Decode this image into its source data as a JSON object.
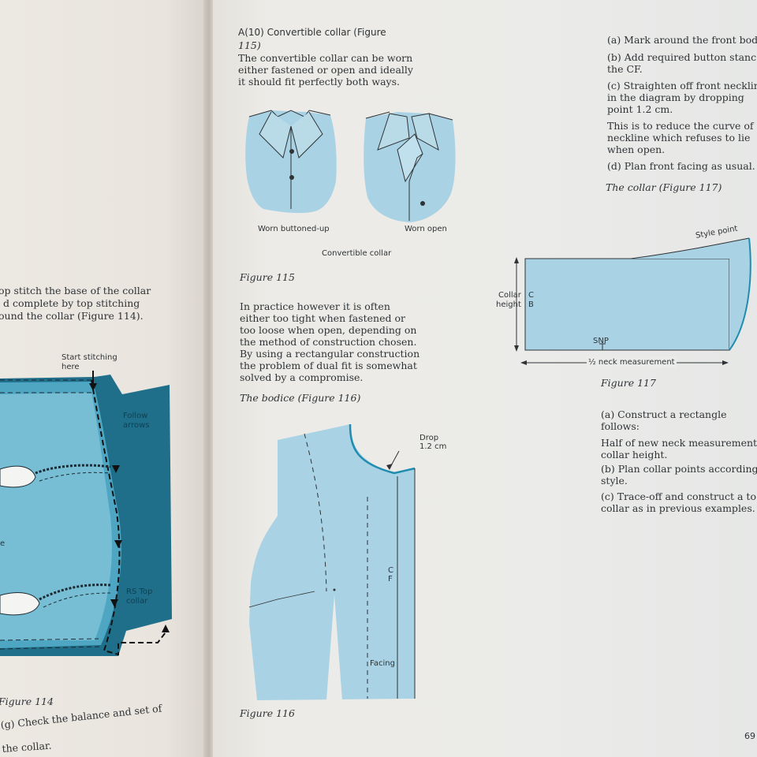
{
  "left_page": {
    "topstitch_lines": [
      "op stitch the base of the collar",
      "d complete by top stitching",
      "ound the collar (Figure 114)."
    ],
    "start_label": [
      "Start stitching",
      "here"
    ],
    "follow_label": [
      "Follow",
      "arrows"
    ],
    "rs_label": [
      "RS Top",
      "collar"
    ],
    "e_label": "e",
    "figure_caption": "Figure 114",
    "check_line_1": "(g)  Check the balance and set of",
    "check_line_2": "the collar."
  },
  "right_page": {
    "heading": "A(10)  Convertible  collar  (Figure",
    "heading_2": "115)",
    "intro_lines": [
      "The convertible collar can be worn",
      "either fastened or open and ideally",
      "it should fit perfectly both ways."
    ],
    "label_buttoned": "Worn buttoned-up",
    "label_open": "Worn open",
    "label_collar": "Convertible collar",
    "caption_115": "Figure 115",
    "practice_lines": [
      "In practice however it is often",
      "either too tight when fastened or",
      "too loose when open, depending on",
      "the method of construction chosen.",
      "By using a rectangular construction",
      "the problem of dual fit is somewhat",
      "solved by a compromise."
    ],
    "bodice_caption": "The bodice (Figure 116)",
    "drop_label": [
      "Drop",
      "1.2 cm"
    ],
    "cf_label": [
      "C",
      "F"
    ],
    "facing_label": "Facing",
    "caption_116": "Figure 116",
    "steps_col": {
      "a": "(a)  Mark around the front bodi",
      "b1": "(b)  Add  required  button  stanc",
      "b2": "the CF.",
      "c1": "(c)  Straighten off front necklin",
      "c2": "in  the  diagram  by  dropping",
      "c3": "point 1.2 cm.",
      "note1": "This is to reduce the curve of",
      "note2": "neckline  which  refuses  to  lie",
      "note3": "when open.",
      "d": "(d)  Plan front facing as usual.",
      "collar_caption": "The collar (Figure 117)"
    },
    "fig117": {
      "style_point": "Style point",
      "collar_height": [
        "Collar",
        "height"
      ],
      "cb": [
        "C",
        "B"
      ],
      "snp": "SNP",
      "neck_measure": "½ neck measurement",
      "caption": "Figure 117"
    },
    "construct": {
      "a1": "(a)  Construct    a    rectangle",
      "a2": "follows:",
      "h1": "Half of new neck measurement",
      "h2": "collar height.",
      "b1": "(b)  Plan collar points according t",
      "b2": "style.",
      "c1": "(c)  Trace-off and construct a to",
      "c2": "collar as in previous examples."
    },
    "page_number": "69"
  },
  "colors": {
    "pale_blue": "#a9d3e4",
    "dark_teal": "#1f6f8a",
    "mid_teal": "#2d8aa6",
    "ink": "#2f3336"
  }
}
